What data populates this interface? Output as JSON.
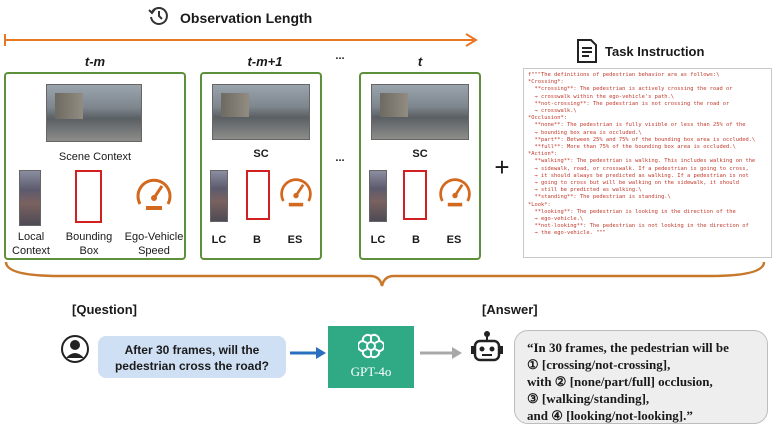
{
  "observation": {
    "title": "Observation Length",
    "icon": "clock-history-icon"
  },
  "task": {
    "title": "Task Instruction",
    "icon": "document-icon",
    "lines": [
      "f\"\"\"The definitions of pedestrian behavior are as follows:\\",
      "*Crossing*:",
      "  **crossing**: The pedestrian is actively crossing the road or",
      "  → crosswalk within the ego-vehicle's path.\\",
      "  **not-crossing**: The pedestrian is not crossing the road or",
      "  → crosswalk.\\",
      "*Occlusion*:",
      "  **none**: The pedestrian is fully visible or less than 25% of the",
      "  → bounding box area is occluded.\\",
      "  **part**: Between 25% and 75% of the bounding box area is occluded.\\",
      "  **full**: More than 75% of the bounding box area is occluded.\\",
      "*Action*:",
      "  **walking**: The pedestrian is walking. This includes walking on the",
      "  → sidewalk, road, or crosswalk. If a pedestrian is going to cross,",
      "  → it should always be predicted as walking. If a pedestrian is not",
      "  → going to cross but will be walking on the sidewalk, it should",
      "  → still be predicted as walking.\\",
      "  **standing**: The pedestrian is standing.\\",
      "*Look*:",
      "  **looking**: The pedestrian is looking in the direction of the",
      "  → ego-vehicle.\\",
      "  **not-looking**: The pedestrian is not looking in the direction of",
      "  → the ego-vehicle. \"\"\""
    ]
  },
  "frames": [
    {
      "title": "t-m",
      "scene_label": "Scene Context",
      "labels": [
        "Local Context",
        "Bounding Box",
        "Ego-Vehicle Speed"
      ]
    },
    {
      "title": "t-m+1",
      "scene_label": "SC",
      "labels": [
        "LC",
        "B",
        "ES"
      ]
    },
    {
      "title": "t",
      "scene_label": "SC",
      "labels": [
        "LC",
        "B",
        "ES"
      ]
    }
  ],
  "ellipsis": "...",
  "plus": "+",
  "question": {
    "heading": "[Question]",
    "line1": "After 30 frames, will the",
    "line2": "pedestrian cross the road?",
    "icon": "user-avatar-icon"
  },
  "model": {
    "label": "GPT-4o",
    "icon": "openai-logo-icon"
  },
  "answer": {
    "heading": "[Answer]",
    "icon": "robot-icon",
    "lines": [
      "“In 30 frames, the pedestrian will be",
      "① [crossing/not-crossing],",
      "with ② [none/part/full] occlusion,",
      "③ [walking/standing],",
      "and ④ [looking/not-looking].”"
    ]
  },
  "colors": {
    "timeline": "#e87722",
    "frame_border": "#5e8f3a",
    "bracket": "#c8782a",
    "bbox": "#d21f1f",
    "speed": "#d2691e",
    "gpt": "#2faa84",
    "question_bg": "#cfe0f5",
    "arrow_blue": "#2a6fbf",
    "arrow_gray": "#a8a8a8"
  }
}
